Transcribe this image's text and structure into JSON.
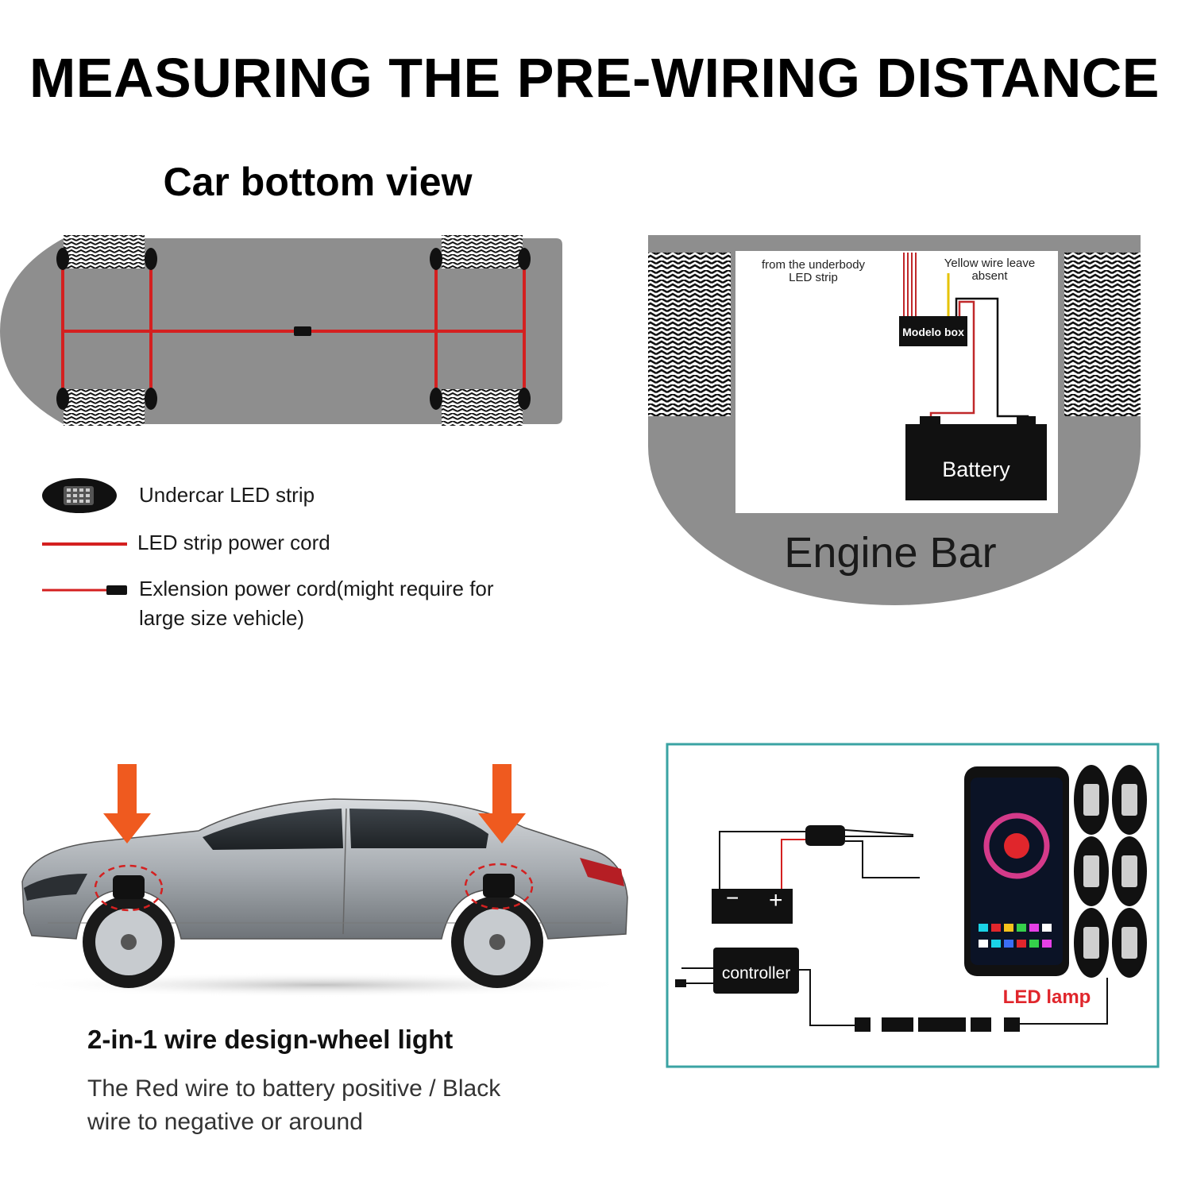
{
  "title": "MEASURING THE PRE-WIRING DISTANCE",
  "bottom_view": {
    "title": "Car bottom view"
  },
  "legend": {
    "led_strip": "Undercar LED strip",
    "power_cord": "LED strip power cord",
    "extension_line1": "Exlension power cord(might require for",
    "extension_line2": "large size vehicle)"
  },
  "engine": {
    "label_underbody": [
      "from the underbody",
      "LED strip"
    ],
    "label_yellow": [
      "Yellow wire leave",
      "absent"
    ],
    "box_label": "Modelo box",
    "battery_label": "Battery",
    "bar_label": "Engine Bar"
  },
  "wheel": {
    "heading": "2-in-1 wire design-wheel light",
    "desc_line1": "The Red wire to battery positive / Black",
    "desc_line2": "wire to negative or around"
  },
  "wiring": {
    "controller_label": "controller",
    "lamp_label": "LED lamp",
    "battery_minus": "−",
    "battery_plus": "+"
  },
  "colors": {
    "wire_red": "#d42020",
    "body_gray": "#8e8e8e",
    "arrow_orange": "#ef5a1f",
    "frame_teal": "#3aa3a3",
    "lamp_label_red": "#e0262c"
  }
}
